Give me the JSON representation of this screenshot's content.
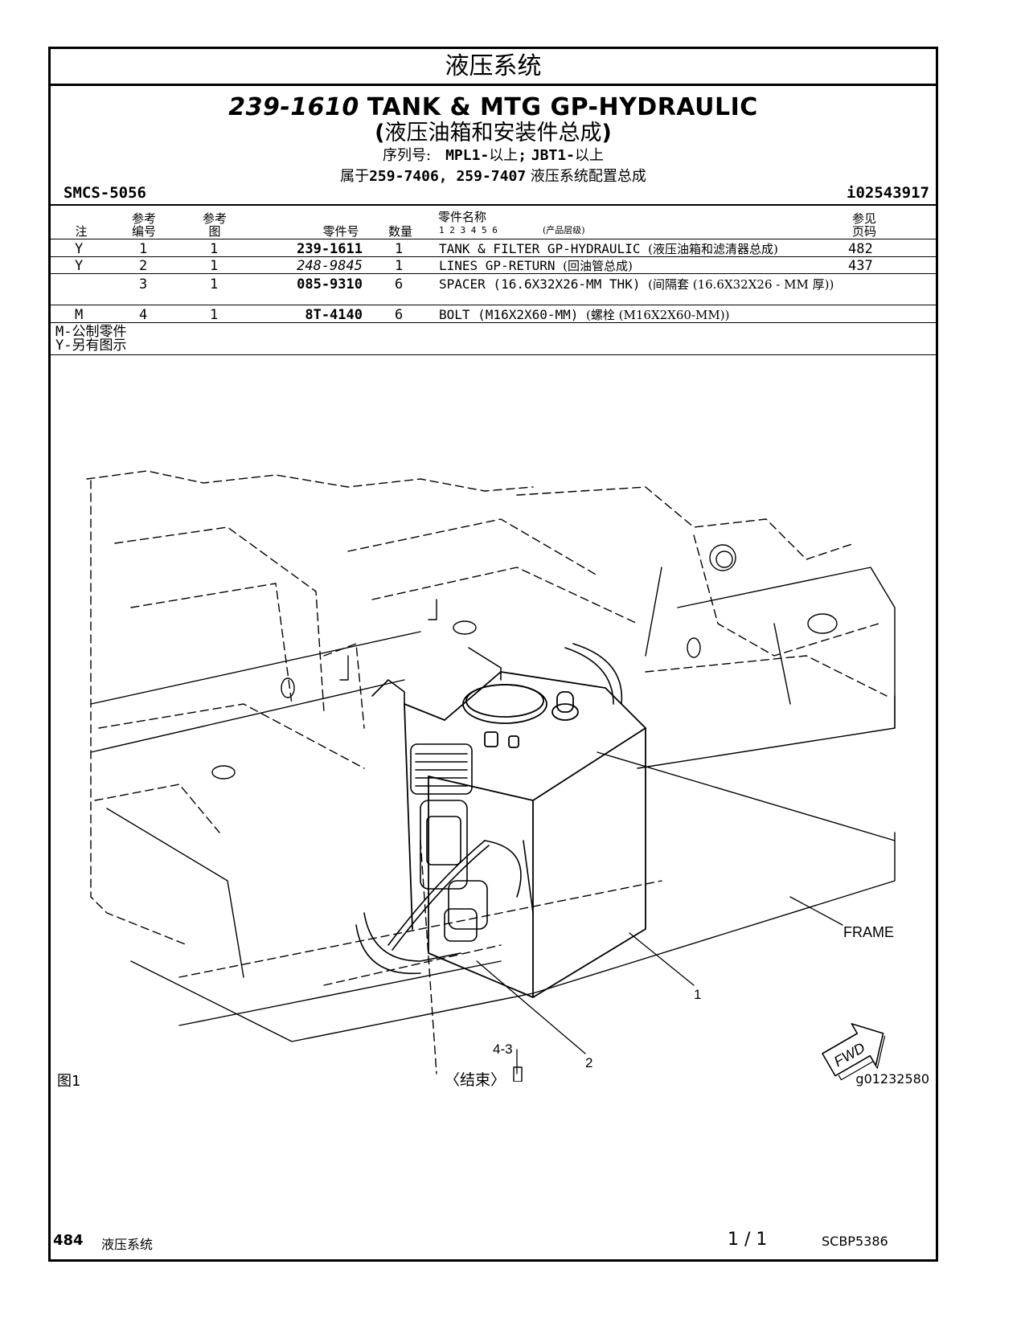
{
  "section_title": "液压系统",
  "header": {
    "part_number": "239-1610",
    "part_name": "TANK & MTG GP-HYDRAULIC",
    "cn_open": "(",
    "cn_name": "液压油箱和安装件总成",
    "cn_close": ")",
    "serial_label": "序列号:",
    "serial_1": "MPL1-",
    "serial_1_suffix": "以上",
    "serial_sep": ";",
    "serial_2": "JBT1-",
    "serial_2_suffix": "以上",
    "belongs_prefix": "属于",
    "belongs_parts": "259-7406, 259-7407",
    "belongs_suffix": "液压系统配置总成"
  },
  "smcs": "SMCS-5056",
  "illustration_id": "i02543917",
  "columns": {
    "note": "注",
    "ref_no_1": "参考",
    "ref_no_2": "编号",
    "ref_fig_1": "参考",
    "ref_fig_2": "图",
    "part_no": "零件号",
    "qty": "数量",
    "name": "零件名称",
    "levels": "1  2  3  4  5  6",
    "levels_note": "(产品层级)",
    "see_page_1": "参见",
    "see_page_2": "页码"
  },
  "rows": [
    {
      "note": "Y",
      "ref": "1",
      "fig": "1",
      "part": "239-1611",
      "qty": "1",
      "desc": "TANK & FILTER GP-HYDRAULIC",
      "desc_cn": "(液压油箱和滤清器总成)",
      "page": "482"
    },
    {
      "note": "Y",
      "ref": "2",
      "fig": "1",
      "part": "248-9845",
      "qty": "1",
      "desc": "LINES GP-RETURN",
      "desc_cn": "(回油管总成)",
      "page": "437"
    },
    {
      "note": "",
      "ref": "3",
      "fig": "1",
      "part": "085-9310",
      "qty": "6",
      "desc": "SPACER (16.6X32X26-MM THK)",
      "desc_cn": "(间隔套 (16.6X32X26 - MM 厚))",
      "page": ""
    },
    {
      "note": "M",
      "ref": "4",
      "fig": "1",
      "part": "8T-4140",
      "qty": "6",
      "desc": "BOLT (M16X2X60-MM)",
      "desc_cn": "(螺栓 (M16X2X60-MM))",
      "page": ""
    }
  ],
  "legend": [
    {
      "code": "M-",
      "text": "公制零件"
    },
    {
      "code": "Y-",
      "text": "另有图示"
    }
  ],
  "drawing_labels": {
    "frame": "FRAME",
    "callout_1": "1",
    "callout_2": "2",
    "callout_4": "4-3",
    "fwd": "FWD"
  },
  "figure_label": "图",
  "figure_number": "1",
  "end_text": "〈结束〉",
  "graphic_id": "g01232580",
  "footer": {
    "page": "484",
    "section": "液压系统",
    "page_of": "1 / 1",
    "doc": "SCBP5386"
  }
}
